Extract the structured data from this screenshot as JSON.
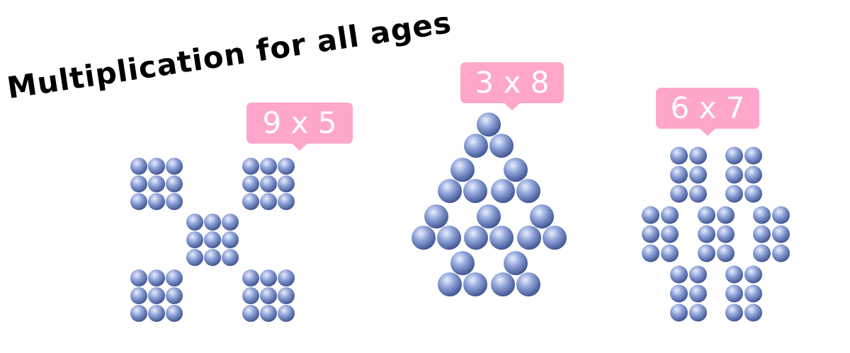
{
  "title": "Multiplication for all ages",
  "colors": {
    "tag": "#ffa6cb",
    "tag_text": "#ffffff",
    "ball_light": "#e8eefc",
    "ball_mid": "#8ea2d8",
    "ball_dark": "#3f5391"
  },
  "groups": [
    {
      "id": "9x5",
      "label": "9 x 5",
      "groups": 5,
      "per_group": 9,
      "total": 45
    },
    {
      "id": "3x8",
      "label": "3 x 8",
      "groups": 8,
      "per_group": 3,
      "total": 24
    },
    {
      "id": "6x7",
      "label": "6 x 7",
      "groups": 7,
      "per_group": 6,
      "total": 42
    }
  ]
}
